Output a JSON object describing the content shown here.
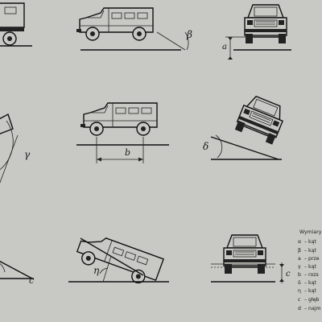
{
  "labels": {
    "beta": "β",
    "a": "a",
    "gamma": "γ",
    "b": "b",
    "delta": "δ",
    "eta": "η",
    "c_side": "c",
    "c_front": "c"
  },
  "legend": {
    "title": "Wymiary",
    "items": [
      {
        "sym": "α",
        "text": "– kąt"
      },
      {
        "sym": "β",
        "text": "– kąt"
      },
      {
        "sym": "a",
        "text": "– prze"
      },
      {
        "sym": "γ",
        "text": "– kąt"
      },
      {
        "sym": "b",
        "text": "– rozs"
      },
      {
        "sym": "δ",
        "text": "– kąt"
      },
      {
        "sym": "η",
        "text": "– kąt"
      },
      {
        "sym": "c",
        "text": "– głęb"
      },
      {
        "sym": "d",
        "text": "– najm"
      }
    ]
  }
}
